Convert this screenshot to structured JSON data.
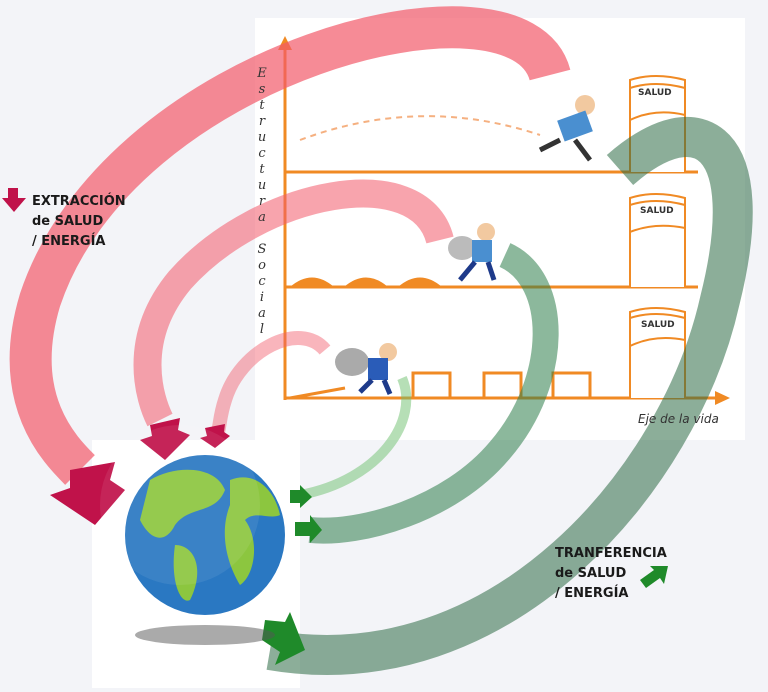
{
  "chart_axes": {
    "y_label_letters": [
      "E",
      "s",
      "t",
      "r",
      "u",
      "c",
      "t",
      "u",
      "r",
      "a",
      "",
      "S",
      "o",
      "c",
      "i",
      "a",
      "l"
    ],
    "y_label": "Estructura Social",
    "x_label": "Eje de la vida"
  },
  "flags": [
    "SALUD",
    "SALUD",
    "SALUD"
  ],
  "legend_extraction": {
    "lines": [
      "EXTRACCIÓN",
      "de SALUD",
      "/ ENERGÍA"
    ],
    "color": "#c0124a"
  },
  "legend_transfer": {
    "lines": [
      "TRANFERENCIA",
      "de SALUD",
      "/ ENERGÍA"
    ],
    "color": "#1f8a2a"
  },
  "colors": {
    "axis": "#f08a24",
    "extraction_arc": "#f25a6a",
    "transfer_arc": "#2e7d4a"
  }
}
